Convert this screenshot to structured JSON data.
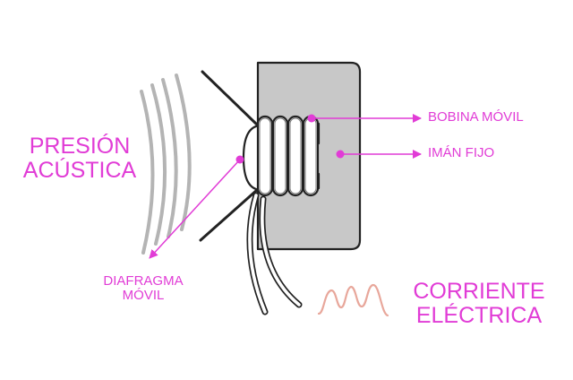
{
  "labels": {
    "presion_line1": "PRESIÓN",
    "presion_line2": "ACÚSTICA",
    "bobina": "BOBINA MÓVIL",
    "iman": "IMÁN FIJO",
    "diafragma_line1": "DIAFRAGMA",
    "diafragma_line2": "MÓVIL",
    "corriente_line1": "CORRIENTE",
    "corriente_line2": "ELÉCTRICA"
  },
  "colors": {
    "accent": "#e13cd6",
    "magnet_fill": "#c8c8c8",
    "outline": "#222222",
    "waves": "#b4b4b4",
    "signal": "#e8a79b"
  }
}
